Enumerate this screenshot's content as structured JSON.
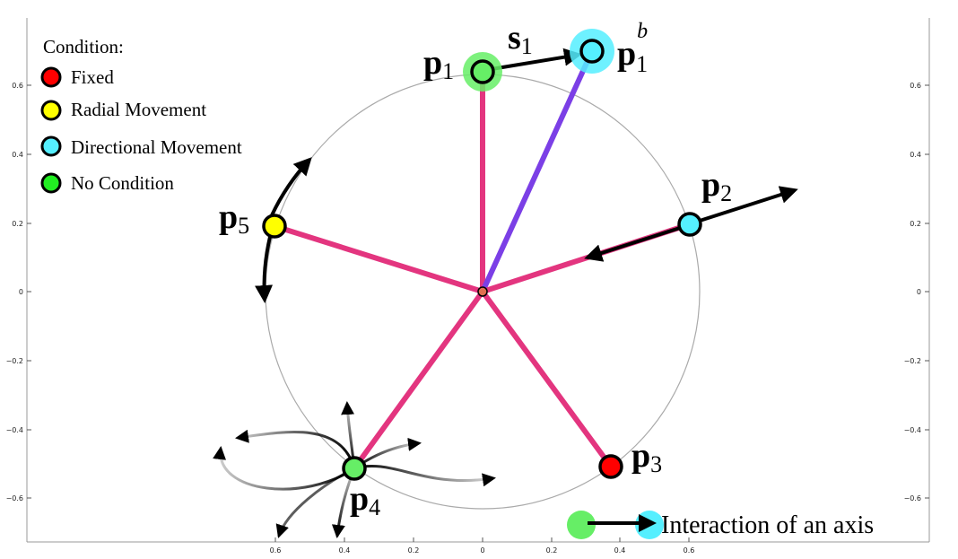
{
  "legend": {
    "title": "Condition:",
    "items": [
      {
        "label": "Fixed",
        "color": "#ff0000"
      },
      {
        "label": "Radial Movement",
        "color": "#ffff00"
      },
      {
        "label": "Directional Movement",
        "color": "#55efff"
      },
      {
        "label": "No Condition",
        "color": "#22ee22"
      }
    ]
  },
  "axes": {
    "y_ticks": [
      "0.6",
      "0.4",
      "0.2",
      "0",
      "−0.2",
      "−0.4",
      "−0.6"
    ],
    "x_ticks": [
      "0.6",
      "0.4",
      "0.2",
      "0",
      "0.2",
      "0.4",
      "0.6"
    ]
  },
  "points": {
    "p1": {
      "main": "p",
      "sub": "1"
    },
    "p1b": {
      "main": "p",
      "sub": "1",
      "sup": "b"
    },
    "p2": {
      "main": "p",
      "sub": "2"
    },
    "p3": {
      "main": "p",
      "sub": "3"
    },
    "p4": {
      "main": "p",
      "sub": "4"
    },
    "p5": {
      "main": "p",
      "sub": "5"
    },
    "s1": {
      "main": "s",
      "sub": "1"
    }
  },
  "note": {
    "label": "Interaction of an axis"
  },
  "colors": {
    "spoke": "#e3357f",
    "spoke_moved": "#7b3fe6",
    "circle": "#aaaaaa",
    "fixed": "#ff0000",
    "radial": "#ffff00",
    "directional": "#55efff",
    "none": "#66ee66",
    "center": "#e07050"
  }
}
